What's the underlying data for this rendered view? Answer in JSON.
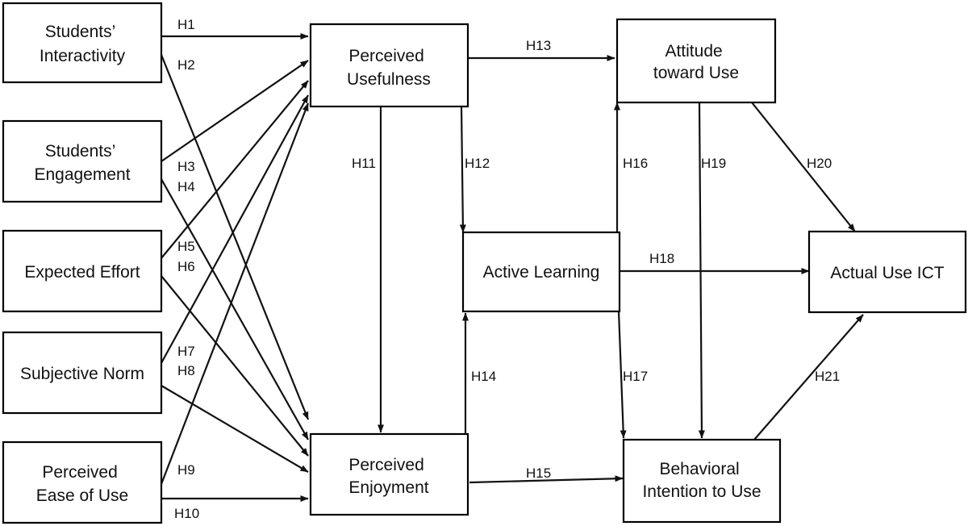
{
  "diagram": {
    "nodes": {
      "interactivity": {
        "lines": [
          "Students’",
          "Interactivity"
        ]
      },
      "engagement": {
        "lines": [
          "Students’",
          "Engagement"
        ]
      },
      "effort": {
        "lines": [
          "Expected Effort"
        ]
      },
      "norm": {
        "lines": [
          "Subjective Norm"
        ]
      },
      "ease": {
        "lines": [
          "Perceived",
          "Ease of Use"
        ]
      },
      "usefulness": {
        "lines": [
          "Perceived",
          "Usefulness"
        ]
      },
      "enjoyment": {
        "lines": [
          "Perceived",
          "Enjoyment"
        ]
      },
      "active": {
        "lines": [
          "Active Learning"
        ]
      },
      "attitude": {
        "lines": [
          "Attitude",
          "toward Use"
        ]
      },
      "intention": {
        "lines": [
          "Behavioral",
          "Intention to Use"
        ]
      },
      "actual": {
        "lines": [
          "Actual Use ICT"
        ]
      }
    },
    "edges": [
      {
        "id": "h1",
        "label": "H1",
        "from": "interactivity",
        "to": "usefulness"
      },
      {
        "id": "h2",
        "label": "H2",
        "from": "interactivity",
        "to": "enjoyment"
      },
      {
        "id": "h3",
        "label": "H3",
        "from": "engagement",
        "to": "usefulness"
      },
      {
        "id": "h4",
        "label": "H4",
        "from": "engagement",
        "to": "enjoyment"
      },
      {
        "id": "h5",
        "label": "H5",
        "from": "effort",
        "to": "usefulness"
      },
      {
        "id": "h6",
        "label": "H6",
        "from": "effort",
        "to": "enjoyment"
      },
      {
        "id": "h7",
        "label": "H7",
        "from": "norm",
        "to": "usefulness"
      },
      {
        "id": "h8",
        "label": "H8",
        "from": "norm",
        "to": "enjoyment"
      },
      {
        "id": "h9",
        "label": "H9",
        "from": "ease",
        "to": "usefulness"
      },
      {
        "id": "h10",
        "label": "H10",
        "from": "ease",
        "to": "enjoyment"
      },
      {
        "id": "h11",
        "label": "H11",
        "from": "usefulness",
        "to": "enjoyment"
      },
      {
        "id": "h12",
        "label": "H12",
        "from": "usefulness",
        "to": "active"
      },
      {
        "id": "h13",
        "label": "H13",
        "from": "usefulness",
        "to": "attitude"
      },
      {
        "id": "h14",
        "label": "H14",
        "from": "enjoyment",
        "to": "active"
      },
      {
        "id": "h15",
        "label": "H15",
        "from": "enjoyment",
        "to": "intention"
      },
      {
        "id": "h16",
        "label": "H16",
        "from": "active",
        "to": "attitude"
      },
      {
        "id": "h17",
        "label": "H17",
        "from": "active",
        "to": "intention"
      },
      {
        "id": "h18",
        "label": "H18",
        "from": "active",
        "to": "actual"
      },
      {
        "id": "h19",
        "label": "H19",
        "from": "attitude",
        "to": "intention"
      },
      {
        "id": "h20",
        "label": "H20",
        "from": "attitude",
        "to": "actual"
      },
      {
        "id": "h21",
        "label": "H21",
        "from": "intention",
        "to": "actual"
      }
    ]
  }
}
